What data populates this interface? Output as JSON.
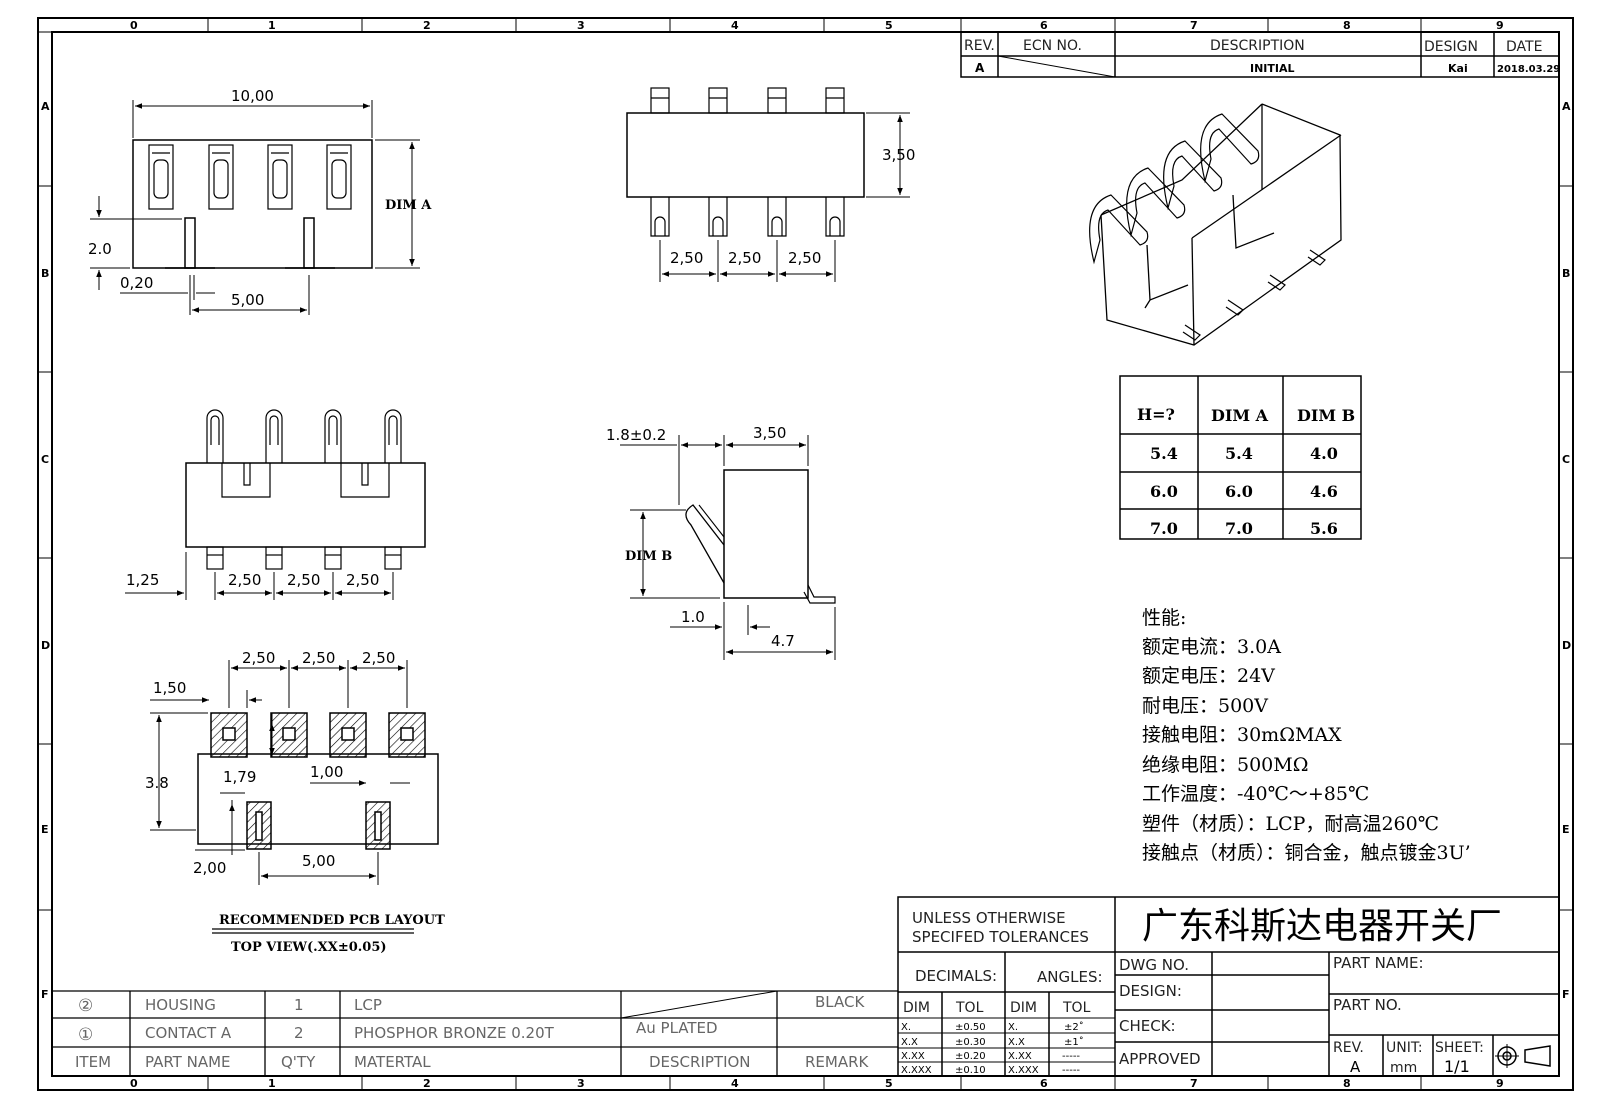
{
  "grid": {
    "columns": [
      "0",
      "1",
      "2",
      "3",
      "4",
      "5",
      "6",
      "7",
      "8",
      "9"
    ],
    "rows": [
      "A",
      "B",
      "C",
      "D",
      "E",
      "F"
    ]
  },
  "revision": {
    "headers": {
      "rev": "REV.",
      "ecn": "ECN  NO.",
      "description": "DESCRIPTION",
      "design": "DESIGN",
      "date": "DATE"
    },
    "row": {
      "rev": "A",
      "description": "INITIAL",
      "design": "Kai",
      "date": "2018.03.29"
    }
  },
  "views": {
    "top": {
      "width": "10,00",
      "dim_a": "DIM A",
      "offset": "2.0",
      "gap": "0,20",
      "pitch": "5,00"
    },
    "front": {
      "height": "3,50",
      "pitch1": "2,50",
      "pitch2": "2,50",
      "pitch3": "2,50"
    },
    "bottom": {
      "edge": "1,25",
      "pitch1": "2,50",
      "pitch2": "2,50",
      "pitch3": "2,50"
    },
    "side": {
      "tol": "1.8±0.2",
      "depth": "3,50",
      "dim_b": "DIM B",
      "foot": "1.0",
      "total": "4.7"
    },
    "pcb": {
      "pitch1": "2,50",
      "pitch2": "2,50",
      "pitch3": "2,50",
      "pad": "1,50",
      "height": "3.8",
      "pad_h": "1,79",
      "slot_w": "1,00",
      "slot_h": "2,00",
      "slot_pitch": "5,00",
      "title": "RECOMMENDED PCB LAYOUT",
      "subtitle": "TOP VIEW(.XX±0.05)"
    }
  },
  "dim_table": {
    "headers": [
      "H=?",
      "DIM A",
      "DIM B"
    ],
    "rows": [
      [
        "5.4",
        "5.4",
        "4.0"
      ],
      [
        "6.0",
        "6.0",
        "4.6"
      ],
      [
        "7.0",
        "7.0",
        "5.6"
      ]
    ]
  },
  "specs": {
    "title": "性能:",
    "lines": [
      "额定电流：3.0A",
      "额定电压：24V",
      "耐电压：500V",
      "接触电阻：30mΩMAX",
      "绝缘电阻：500MΩ",
      "工作温度：-40℃～+85℃",
      "塑件（材质）：LCP，耐高温260℃",
      "接触点（材质）：铜合金，触点镀金3U’"
    ]
  },
  "title_block": {
    "tolerance_note_1": "UNLESS  OTHERWISE",
    "tolerance_note_2": "SPECIFED  TOLERANCES",
    "company": "广东科斯达电器开关厂",
    "decimals": "DECIMALS:",
    "angles": "ANGLES:",
    "dim": "DIM",
    "tol": "TOL",
    "decimal_rows": [
      [
        "X.",
        "±0.50"
      ],
      [
        "X.X",
        "±0.30"
      ],
      [
        "X.XX",
        "±0.20"
      ],
      [
        "X.XXX",
        "±0.10"
      ]
    ],
    "angle_rows": [
      [
        "X.",
        "±2˚"
      ],
      [
        "X.X",
        "±1˚"
      ],
      [
        "X.XX",
        "-----"
      ],
      [
        "X.XXX",
        "-----"
      ]
    ],
    "dwg_no": "DWG  NO.",
    "design": "DESIGN:",
    "check": "CHECK:",
    "approved": "APPROVED",
    "part_name": "PART  NAME:",
    "part_no": "PART  NO.",
    "rev_label": "REV.",
    "rev_value": "A",
    "unit_label": "UNIT:",
    "unit_value": "mm",
    "sheet_label": "SHEET:",
    "sheet_value": "1/1"
  },
  "bom": {
    "rows": [
      {
        "item": "②",
        "part": "HOUSING",
        "qty": "1",
        "material": "LCP",
        "description": "",
        "remark": "BLACK"
      },
      {
        "item": "①",
        "part": "CONTACT  A",
        "qty": "2",
        "material": "PHOSPHOR  BRONZE  0.20T",
        "description": "Au  PLATED",
        "remark": ""
      }
    ],
    "header": {
      "item": "ITEM",
      "part": "PART  NAME",
      "qty": "Q'TY",
      "material": "MATERTAL",
      "description": "DESCRIPTION",
      "remark": "REMARK"
    }
  }
}
